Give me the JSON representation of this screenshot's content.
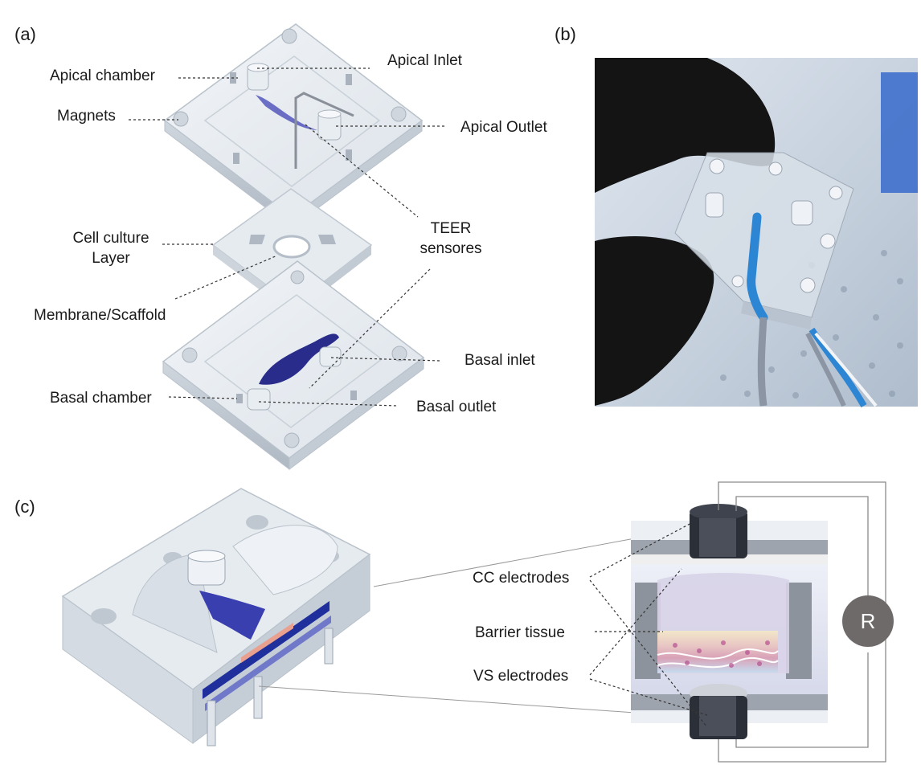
{
  "panels": {
    "a": "(a)",
    "b": "(b)",
    "c": "(c)"
  },
  "labels_a": {
    "apical_chamber": "Apical chamber",
    "apical_inlet": "Apical Inlet",
    "magnets": "Magnets",
    "apical_outlet": "Apical Outlet",
    "cell_culture_line1": "Cell culture",
    "cell_culture_line2": "Layer",
    "teer_line1": "TEER",
    "teer_line2": "sensores",
    "membrane": "Membrane/Scaffold",
    "basal_inlet": "Basal inlet",
    "basal_chamber": "Basal chamber",
    "basal_outlet": "Basal outlet"
  },
  "labels_c": {
    "cc_electrodes": "CC electrodes",
    "barrier_tissue": "Barrier tissue",
    "vs_electrodes": "VS electrodes",
    "resistor": "R"
  },
  "colors": {
    "chip_clear": "#e4e9ee",
    "chip_edge": "#b9c2cb",
    "channel_blue": "#2a2c8c",
    "electrode_dark": "#2b2f38",
    "resistor_gray": "#6e6a69",
    "glove_black": "#141414",
    "photo_bg": "#c9d4e0"
  }
}
